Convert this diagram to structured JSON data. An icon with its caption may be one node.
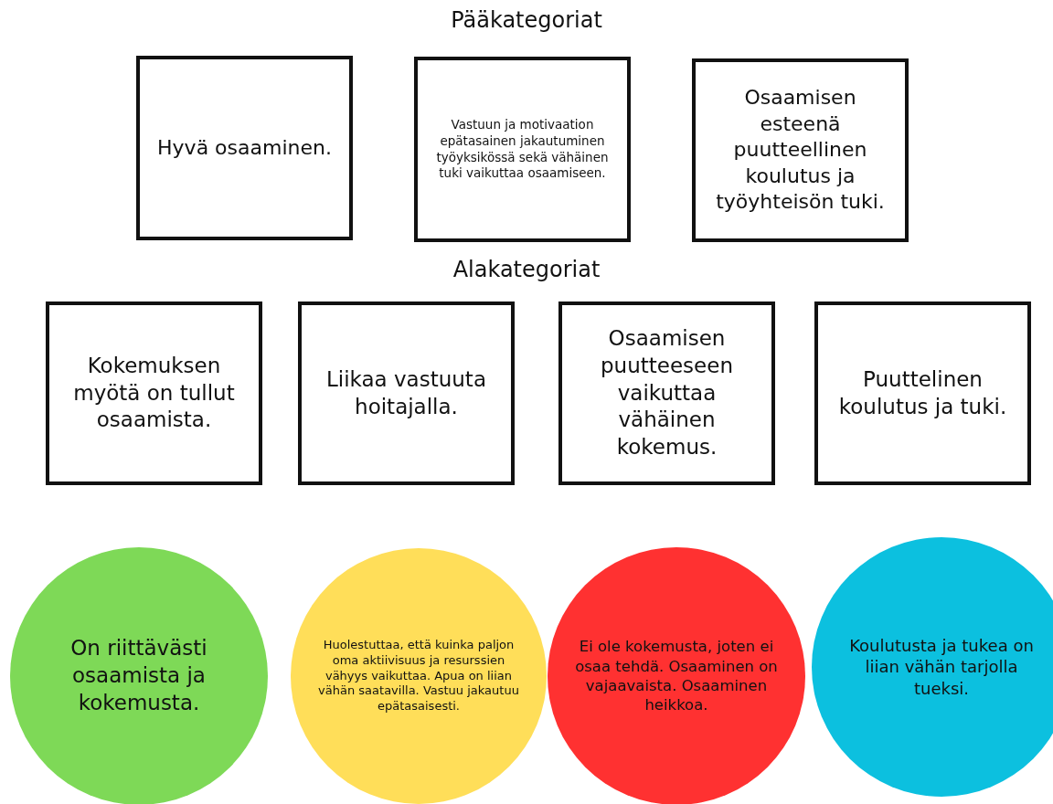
{
  "diagram": {
    "nodes": [
      {
        "text": [
          "Hyvä osaaminen."
        ]
      },
      {
        "text": [
          "Vastuun ja motivaation epätasainen jakautuminen työyksikössä sekä vähäinen tuki vaikuttaa osaamiseen."
        ]
      },
      {
        "text": [
          "Osaamisen esteenä puutteellinen koulutus ja työyhteisön tuki."
        ]
      },
      {
        "text": [
          "Kokemuksen myötä on tullut osaamista."
        ]
      },
      {
        "text": [
          "Liikaa vastuuta hoitajalla."
        ]
      },
      {
        "text": [
          "Osaamisen puutteeseen vaikuttaa vähäinen kokemus."
        ]
      },
      {
        "text": [
          "Puuttelinen koulutus ja tuki."
        ]
      },
      {
        "text": [
          "On riittävästi osaamista ja kokemusta."
        ]
      },
      {
        "text": [
          "Huolestuttaa, että kuinka paljon oma aktiivisuus ja resurssien vähyys vaikuttaa. Apua on liian vähän saatavilla. Vastuu jakautuu epätasaisesti."
        ]
      },
      {
        "text": [
          "Ei ole kokemusta, joten ei osaa tehdä. Osaaminen on vajaavaista. Osaaminen heikkoa."
        ]
      },
      {
        "text": [
          "Koulutusta ja tukea on liian vähän tarjolla tueksi."
        ]
      }
    ],
    "edges": [],
    "labels": [
      "Pääkategoriat",
      "Alakategoriat"
    ]
  }
}
